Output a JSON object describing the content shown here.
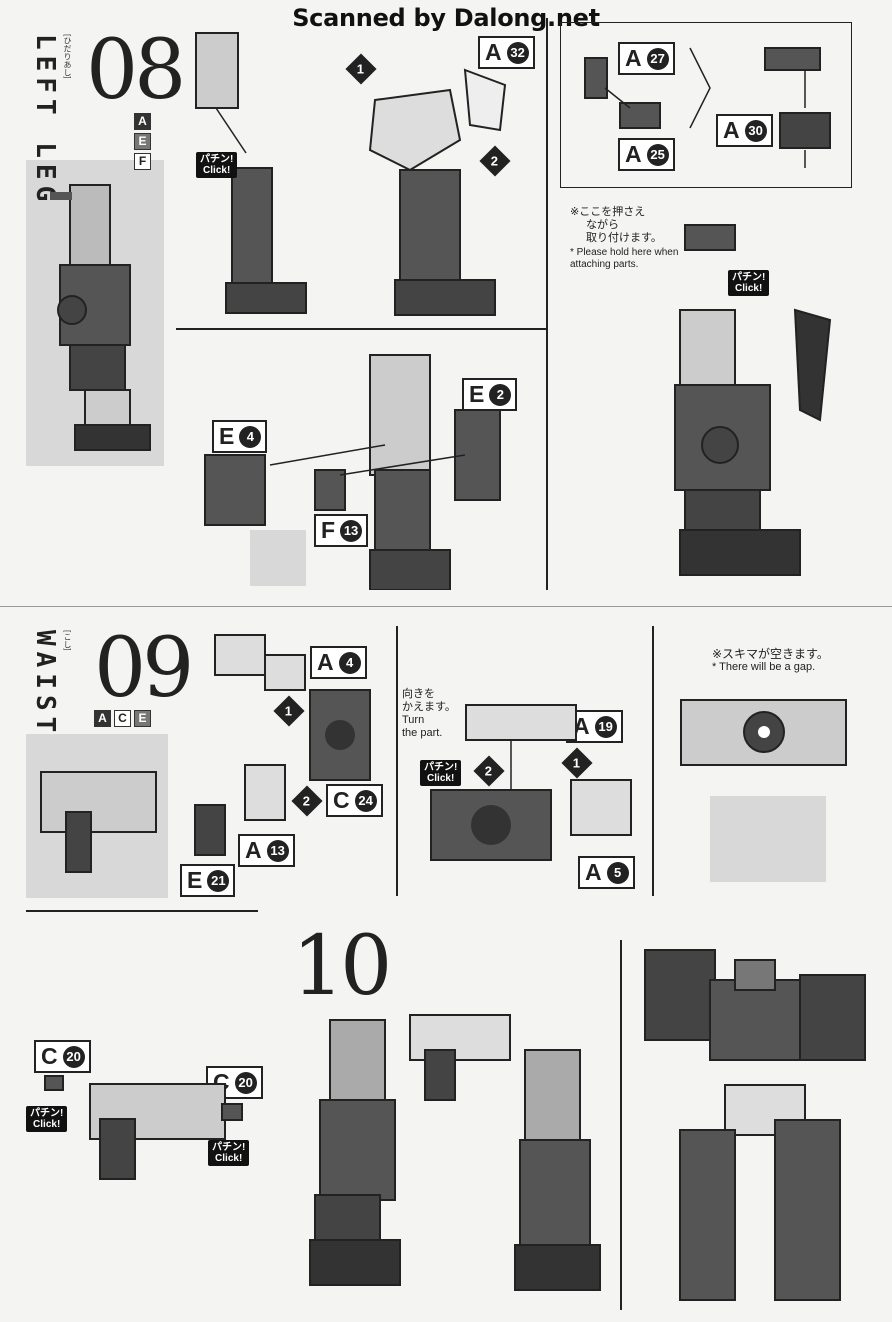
{
  "watermark": "Scanned by Dalong.net",
  "step08": {
    "number": "08",
    "title": "LEFT LEG",
    "kana": "[ひだりあし]",
    "runners": [
      "A",
      "E",
      "F"
    ],
    "parts": {
      "a32": {
        "letter": "A",
        "num": "32"
      },
      "a27": {
        "letter": "A",
        "num": "27"
      },
      "a25": {
        "letter": "A",
        "num": "25"
      },
      "a30": {
        "letter": "A",
        "num": "30"
      },
      "e2": {
        "letter": "E",
        "num": "2"
      },
      "e4": {
        "letter": "E",
        "num": "4"
      },
      "f13": {
        "letter": "F",
        "num": "13"
      }
    },
    "click1_jp": "パチン!",
    "click1_en": "Click!",
    "click2_jp": "パチン!",
    "click2_en": "Click!",
    "order1": "1",
    "order2": "2",
    "note_jp1": "※ここを押さえ",
    "note_jp2": "ながら",
    "note_jp3": "取り付けます。",
    "note_en": "* Please hold here when attaching parts."
  },
  "step09": {
    "number": "09",
    "title": "WAIST",
    "kana": "[こし]",
    "runners": [
      "A",
      "C",
      "E"
    ],
    "parts": {
      "a4": {
        "letter": "A",
        "num": "4"
      },
      "c24": {
        "letter": "C",
        "num": "24"
      },
      "a13": {
        "letter": "A",
        "num": "13"
      },
      "e21": {
        "letter": "E",
        "num": "21"
      },
      "a19": {
        "letter": "A",
        "num": "19"
      },
      "a5": {
        "letter": "A",
        "num": "5"
      }
    },
    "order1a": "1",
    "order2a": "2",
    "order1b": "1",
    "order2b": "2",
    "click_jp": "パチン!",
    "click_en": "Click!",
    "turn_jp1": "向きを",
    "turn_jp2": "かえます。",
    "turn_en1": "Turn",
    "turn_en2": "the part.",
    "gap_jp": "※スキマが空きます。",
    "gap_en": "* There will be a gap."
  },
  "step10": {
    "number": "10",
    "parts": {
      "c20a": {
        "letter": "C",
        "num": "20"
      },
      "c20b": {
        "letter": "C",
        "num": "20"
      }
    },
    "click1_jp": "パチン!",
    "click1_en": "Click!",
    "click2_jp": "パチン!",
    "click2_en": "Click!"
  }
}
